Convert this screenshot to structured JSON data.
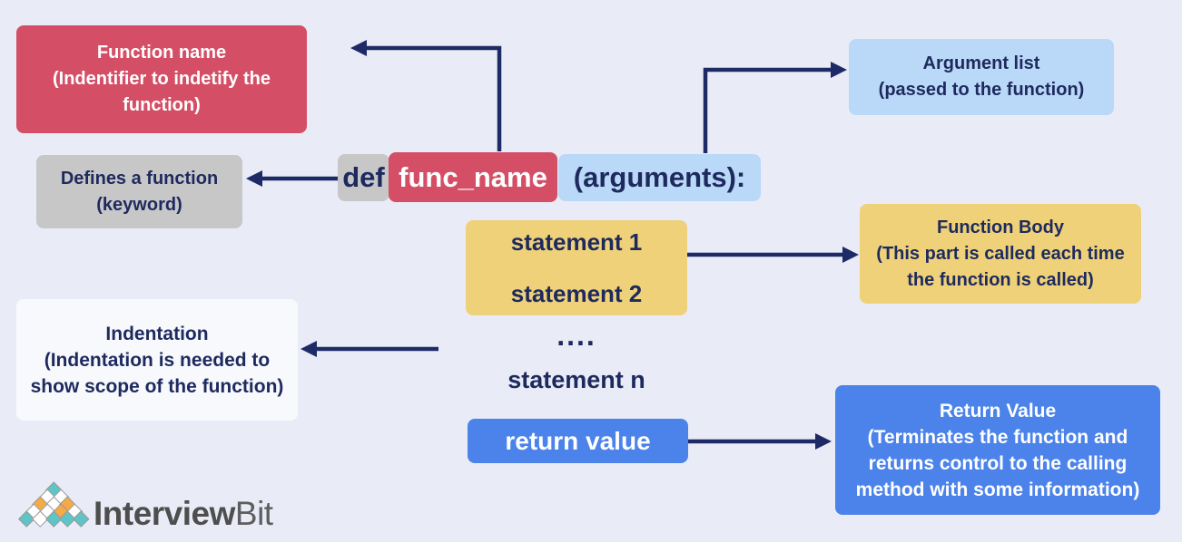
{
  "colors": {
    "background": "#e9ecf7",
    "navy_text_and_arrows": "#1e2a5e",
    "red": "#d44f66",
    "gray": "#c7c7c7",
    "light_blue": "#bad8f7",
    "yellow": "#eed178",
    "blue": "#4c83ea",
    "indentation_box": "#f7f9fd"
  },
  "callouts": {
    "function_name": {
      "title": "Function name",
      "desc": "(Indentifier to indetify the function)"
    },
    "defines": {
      "title": "Defines a function",
      "desc": "(keyword)"
    },
    "argument_list": {
      "title": "Argument list",
      "desc": "(passed to the function)"
    },
    "function_body": {
      "title": "Function Body",
      "desc": "(This part is called each time the function is called)"
    },
    "indentation": {
      "title": "Indentation",
      "desc": "(Indentation is needed to show scope of the function)"
    },
    "return_value": {
      "title": "Return Value",
      "desc": "(Terminates the function and returns control to the calling method with some information)"
    }
  },
  "code": {
    "keyword": "def",
    "name": "func_name",
    "args": "(arguments):"
  },
  "flow": {
    "statement_1": "statement 1",
    "statement_2": "statement 2",
    "dots": "....",
    "statement_n": "statement n",
    "return_pill": "return value"
  },
  "logo": {
    "brand_bold": "Interview",
    "brand_light": "Bit",
    "mark_colors": {
      "teal": "#5fc4c6",
      "orange": "#f6a945",
      "white": "#ffffff"
    },
    "mark_rows": [
      [
        "teal"
      ],
      [
        "white",
        "white"
      ],
      [
        "orange",
        "white",
        "orange"
      ],
      [
        "white",
        "white",
        "orange",
        "white"
      ],
      [
        "teal",
        "white",
        "teal",
        "teal",
        "teal"
      ]
    ]
  }
}
